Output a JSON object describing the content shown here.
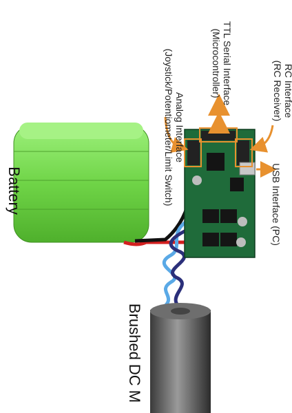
{
  "labels": {
    "rc_interface": {
      "line1": "RC Interface",
      "line2": "(RC Receiver)"
    },
    "ttl_serial": {
      "line1": "TTL Serial Interface",
      "line2": "(Microcontroller)"
    },
    "analog": {
      "line1": "Analog Interface",
      "line2": "(Joystick/Potentiometer/Limit Switch)"
    },
    "usb": {
      "line1": "USB Interface (PC)"
    },
    "battery": "Battery",
    "motor": "Brushed DC M"
  },
  "colors": {
    "arrow": "#e8912f",
    "battery": "#7ed957",
    "board": "#1f6b3a",
    "motor": "#5a5a5a",
    "wire_red": "#d32020",
    "wire_black": "#111111",
    "wire_blue": "#5aa9e6",
    "wire_navy": "#2b2f7a"
  }
}
